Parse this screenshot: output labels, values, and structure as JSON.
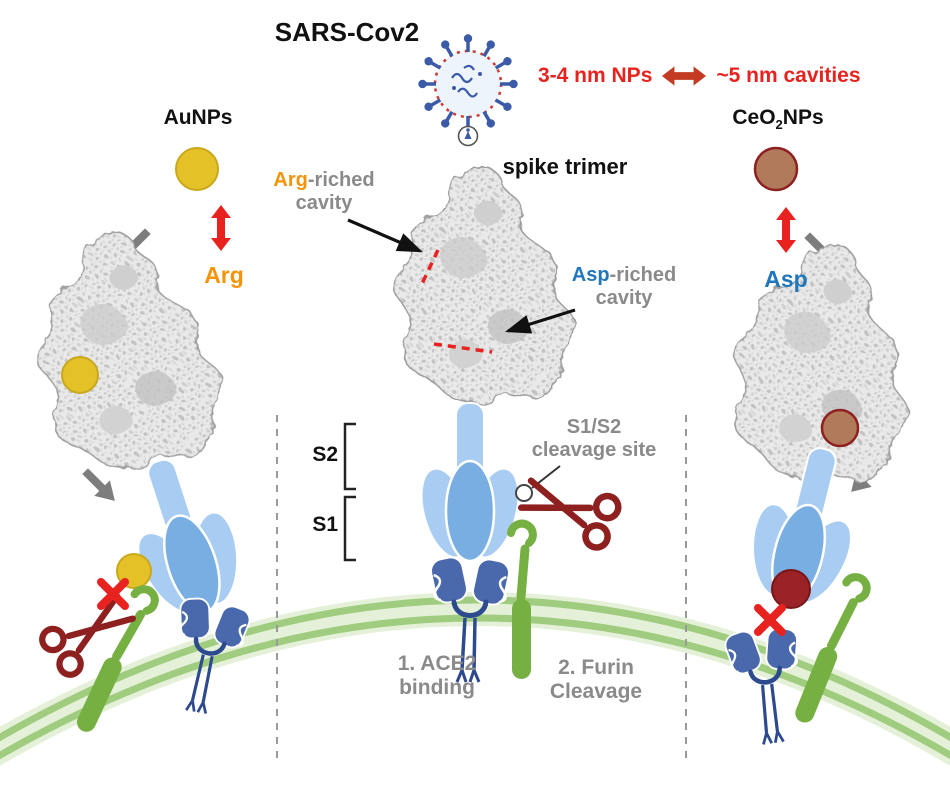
{
  "header": {
    "title": "SARS-Cov2",
    "size_left": "3-4 nm NPs",
    "size_right": "~5 nm cavities"
  },
  "left_panel": {
    "np_label": "AuNPs",
    "amino_acid": "Arg"
  },
  "right_panel": {
    "np_prefix": "CeO",
    "np_subscript": "2",
    "np_suffix": "NPs",
    "amino_acid": "Asp"
  },
  "center_panel": {
    "spike_label": "spike trimer",
    "arg_cavity": {
      "amino": "Arg",
      "rest": "-riched",
      "line2": "cavity"
    },
    "asp_cavity": {
      "amino": "Asp",
      "rest": "-riched",
      "line2": "cavity"
    }
  },
  "mechanism": {
    "s2_label": "S2",
    "s1_label": "S1",
    "cleavage_line1": "S1/S2",
    "cleavage_line2": "cleavage site",
    "step1_line1": "1. ACE2",
    "step1_line2": "binding",
    "step2_line1": "2. Furin",
    "step2_line2": "Cleavage"
  },
  "icons": {
    "virus": "sars-cov2-virion-icon",
    "double_arrow": "red-double-arrow-icon",
    "scissors": "furin-scissors-icon",
    "blocked": "red-x-icon",
    "membrane": "cell-membrane"
  },
  "colors": {
    "red_accent": "#e8231f",
    "dark_red": "#8e2020",
    "header_arrow_red": "#c23b22",
    "orange_arg": "#f59408",
    "blue_asp": "#2277bb",
    "gray_label": "#8a8a8a",
    "gold_np": "#e4c127",
    "brown_np": "#b17a5b",
    "spike_light_blue": "#a9cdf2",
    "spike_mid_blue": "#79aee3",
    "receptor_blue": "#4a69ad",
    "furin_green": "#76b043",
    "membrane_green": "#9fcc7e"
  }
}
